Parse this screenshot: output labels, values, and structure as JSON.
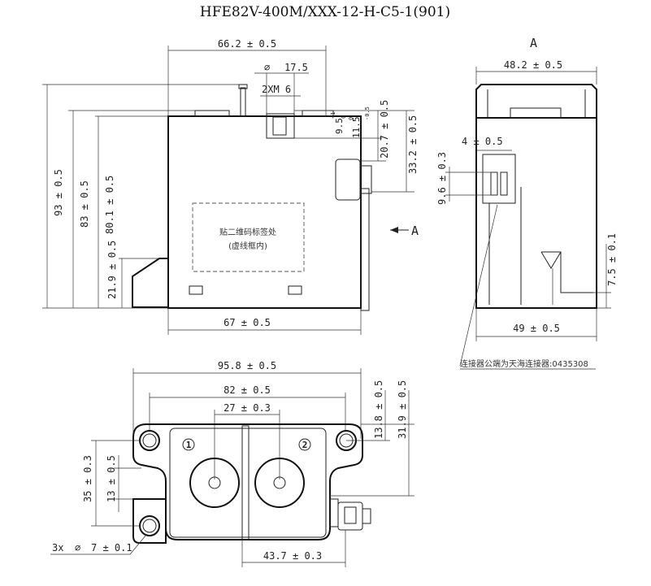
{
  "title": "HFE82V-400M/XXX-12-H-C5-1(901)",
  "view_marker": "A",
  "front_view": {
    "width_top": "66.2 ± 0.5",
    "diameter_symbol": "∅",
    "diameter": "17.5",
    "thread": "2XM 6",
    "dim_9_5": "9.5",
    "tol_9_5_upper": "+1",
    "tol_9_5_lower": "0",
    "dim_11_5": "11.5",
    "tol_11_5_upper": "0",
    "tol_11_5_lower": "-0.5",
    "dim_20_7": "20.7 ± 0.5",
    "dim_33_2": "33.2 ± 0.5",
    "height_93": "93 ± 0.5",
    "height_83": "83 ± 0.5",
    "height_80_1": "80.1 ± 0.5",
    "height_21_9": "21.9 ± 0.5",
    "width_bottom": "67 ± 0.5",
    "label_line1": "贴二维码标签处",
    "label_line2": "(虚线框内)",
    "arrow_label": "A"
  },
  "side_view": {
    "width_top": "48.2 ± 0.5",
    "dim_4": "4 ± 0.5",
    "dim_9_6": "9.6 ± 0.3",
    "dim_7_5": "7.5 ± 0.1",
    "width_bottom": "49 ± 0.5",
    "connector_note": "连接器公端为天海连接器:0435308"
  },
  "bottom_view": {
    "dim_95_8": "95.8 ± 0.5",
    "dim_82": "82 ± 0.5",
    "dim_27": "27 ± 0.3",
    "dim_13_8": "13.8 ± 0.5",
    "dim_31_9": "31.9 ± 0.5",
    "dim_35": "35 ± 0.3",
    "dim_13": "13 ± 0.5",
    "holes_prefix": "3x",
    "holes_symbol": "∅",
    "holes_dim": "7 ± 0.1",
    "dim_43_7": "43.7 ± 0.3",
    "terminal_1": "1",
    "terminal_2": "2"
  }
}
